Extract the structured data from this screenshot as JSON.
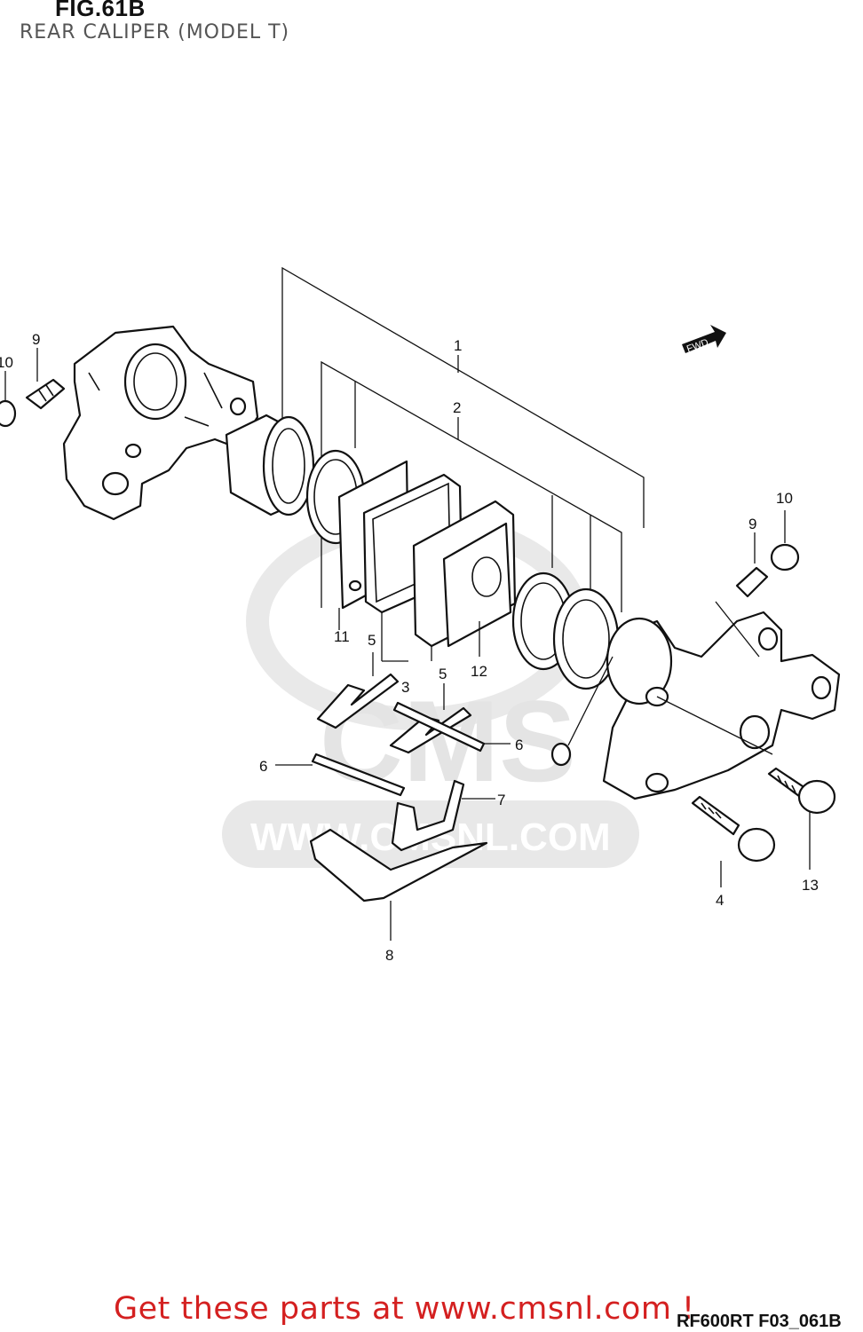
{
  "header": {
    "title": "FIG.61B",
    "subtitle": "REAR CALIPER (MODEL T)"
  },
  "diagram": {
    "fwd_label": "FWD",
    "watermark": "CMS",
    "watermark_url": "WWW.CMSNL.COM",
    "callouts": [
      "1",
      "2",
      "3",
      "4",
      "5",
      "6",
      "7",
      "8",
      "9",
      "10",
      "11",
      "12",
      "13"
    ]
  },
  "footer": {
    "link_text": "Get these parts at www.cmsnl.com !",
    "reference_code": "RF600RT F03_061B"
  },
  "colors": {
    "footer_link": "#d42020",
    "watermark": "#e6e6e6",
    "line": "#111111"
  }
}
